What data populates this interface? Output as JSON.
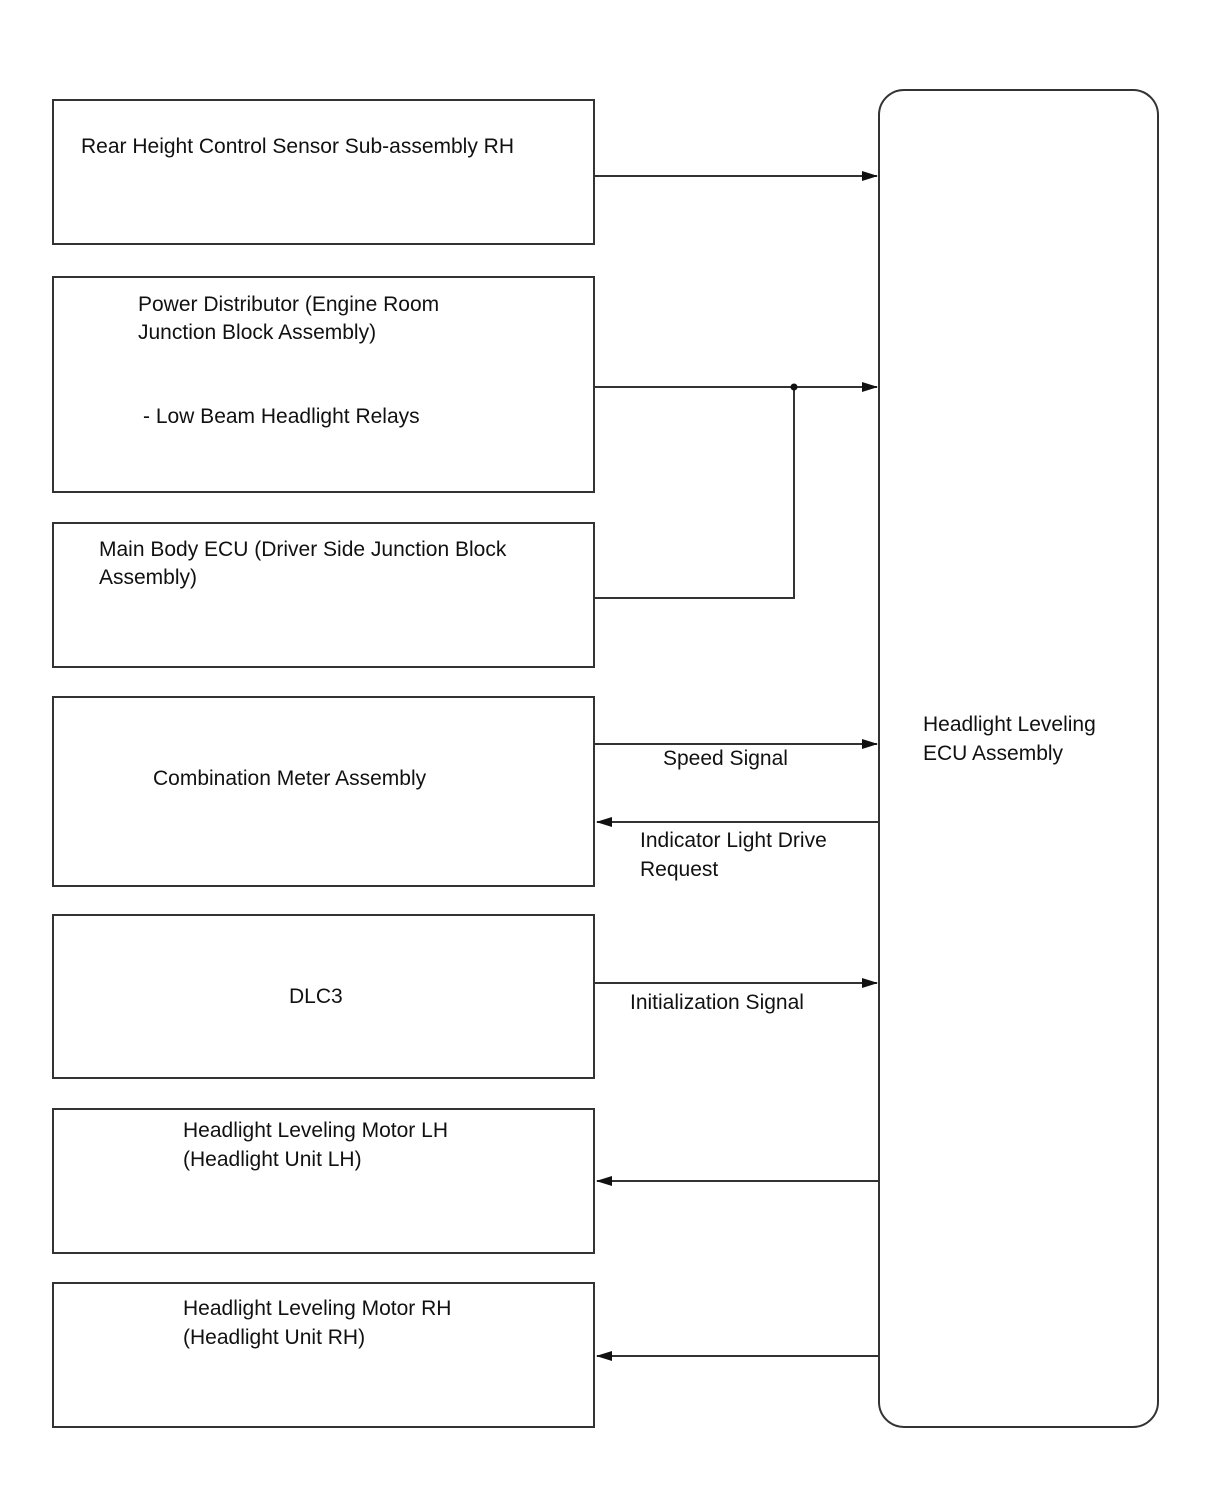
{
  "ecu": {
    "line1": "Headlight Leveling",
    "line2": "ECU Assembly"
  },
  "blocks": {
    "rear_sensor": {
      "line1": "Rear Height Control Sensor Sub-assembly RH"
    },
    "power_distributor": {
      "line1": "Power Distributor (Engine Room",
      "line2": "Junction Block Assembly)",
      "sub": "- Low Beam Headlight Relays"
    },
    "main_body_ecu": {
      "line1": "Main Body ECU (Driver Side Junction Block",
      "line2": "Assembly)"
    },
    "combination_meter": {
      "line1": "Combination Meter Assembly"
    },
    "dlc3": {
      "line1": "DLC3"
    },
    "motor_lh": {
      "line1": "Headlight Leveling Motor LH",
      "line2": "(Headlight Unit LH)"
    },
    "motor_rh": {
      "line1": "Headlight Leveling Motor RH",
      "line2": "(Headlight Unit RH)"
    }
  },
  "signals": {
    "speed": "Speed Signal",
    "indicator_line1": "Indicator Light Drive",
    "indicator_line2": "Request",
    "initialization": "Initialization Signal"
  },
  "colors": {
    "line": "#333333",
    "text": "#111111",
    "background": "#ffffff"
  }
}
